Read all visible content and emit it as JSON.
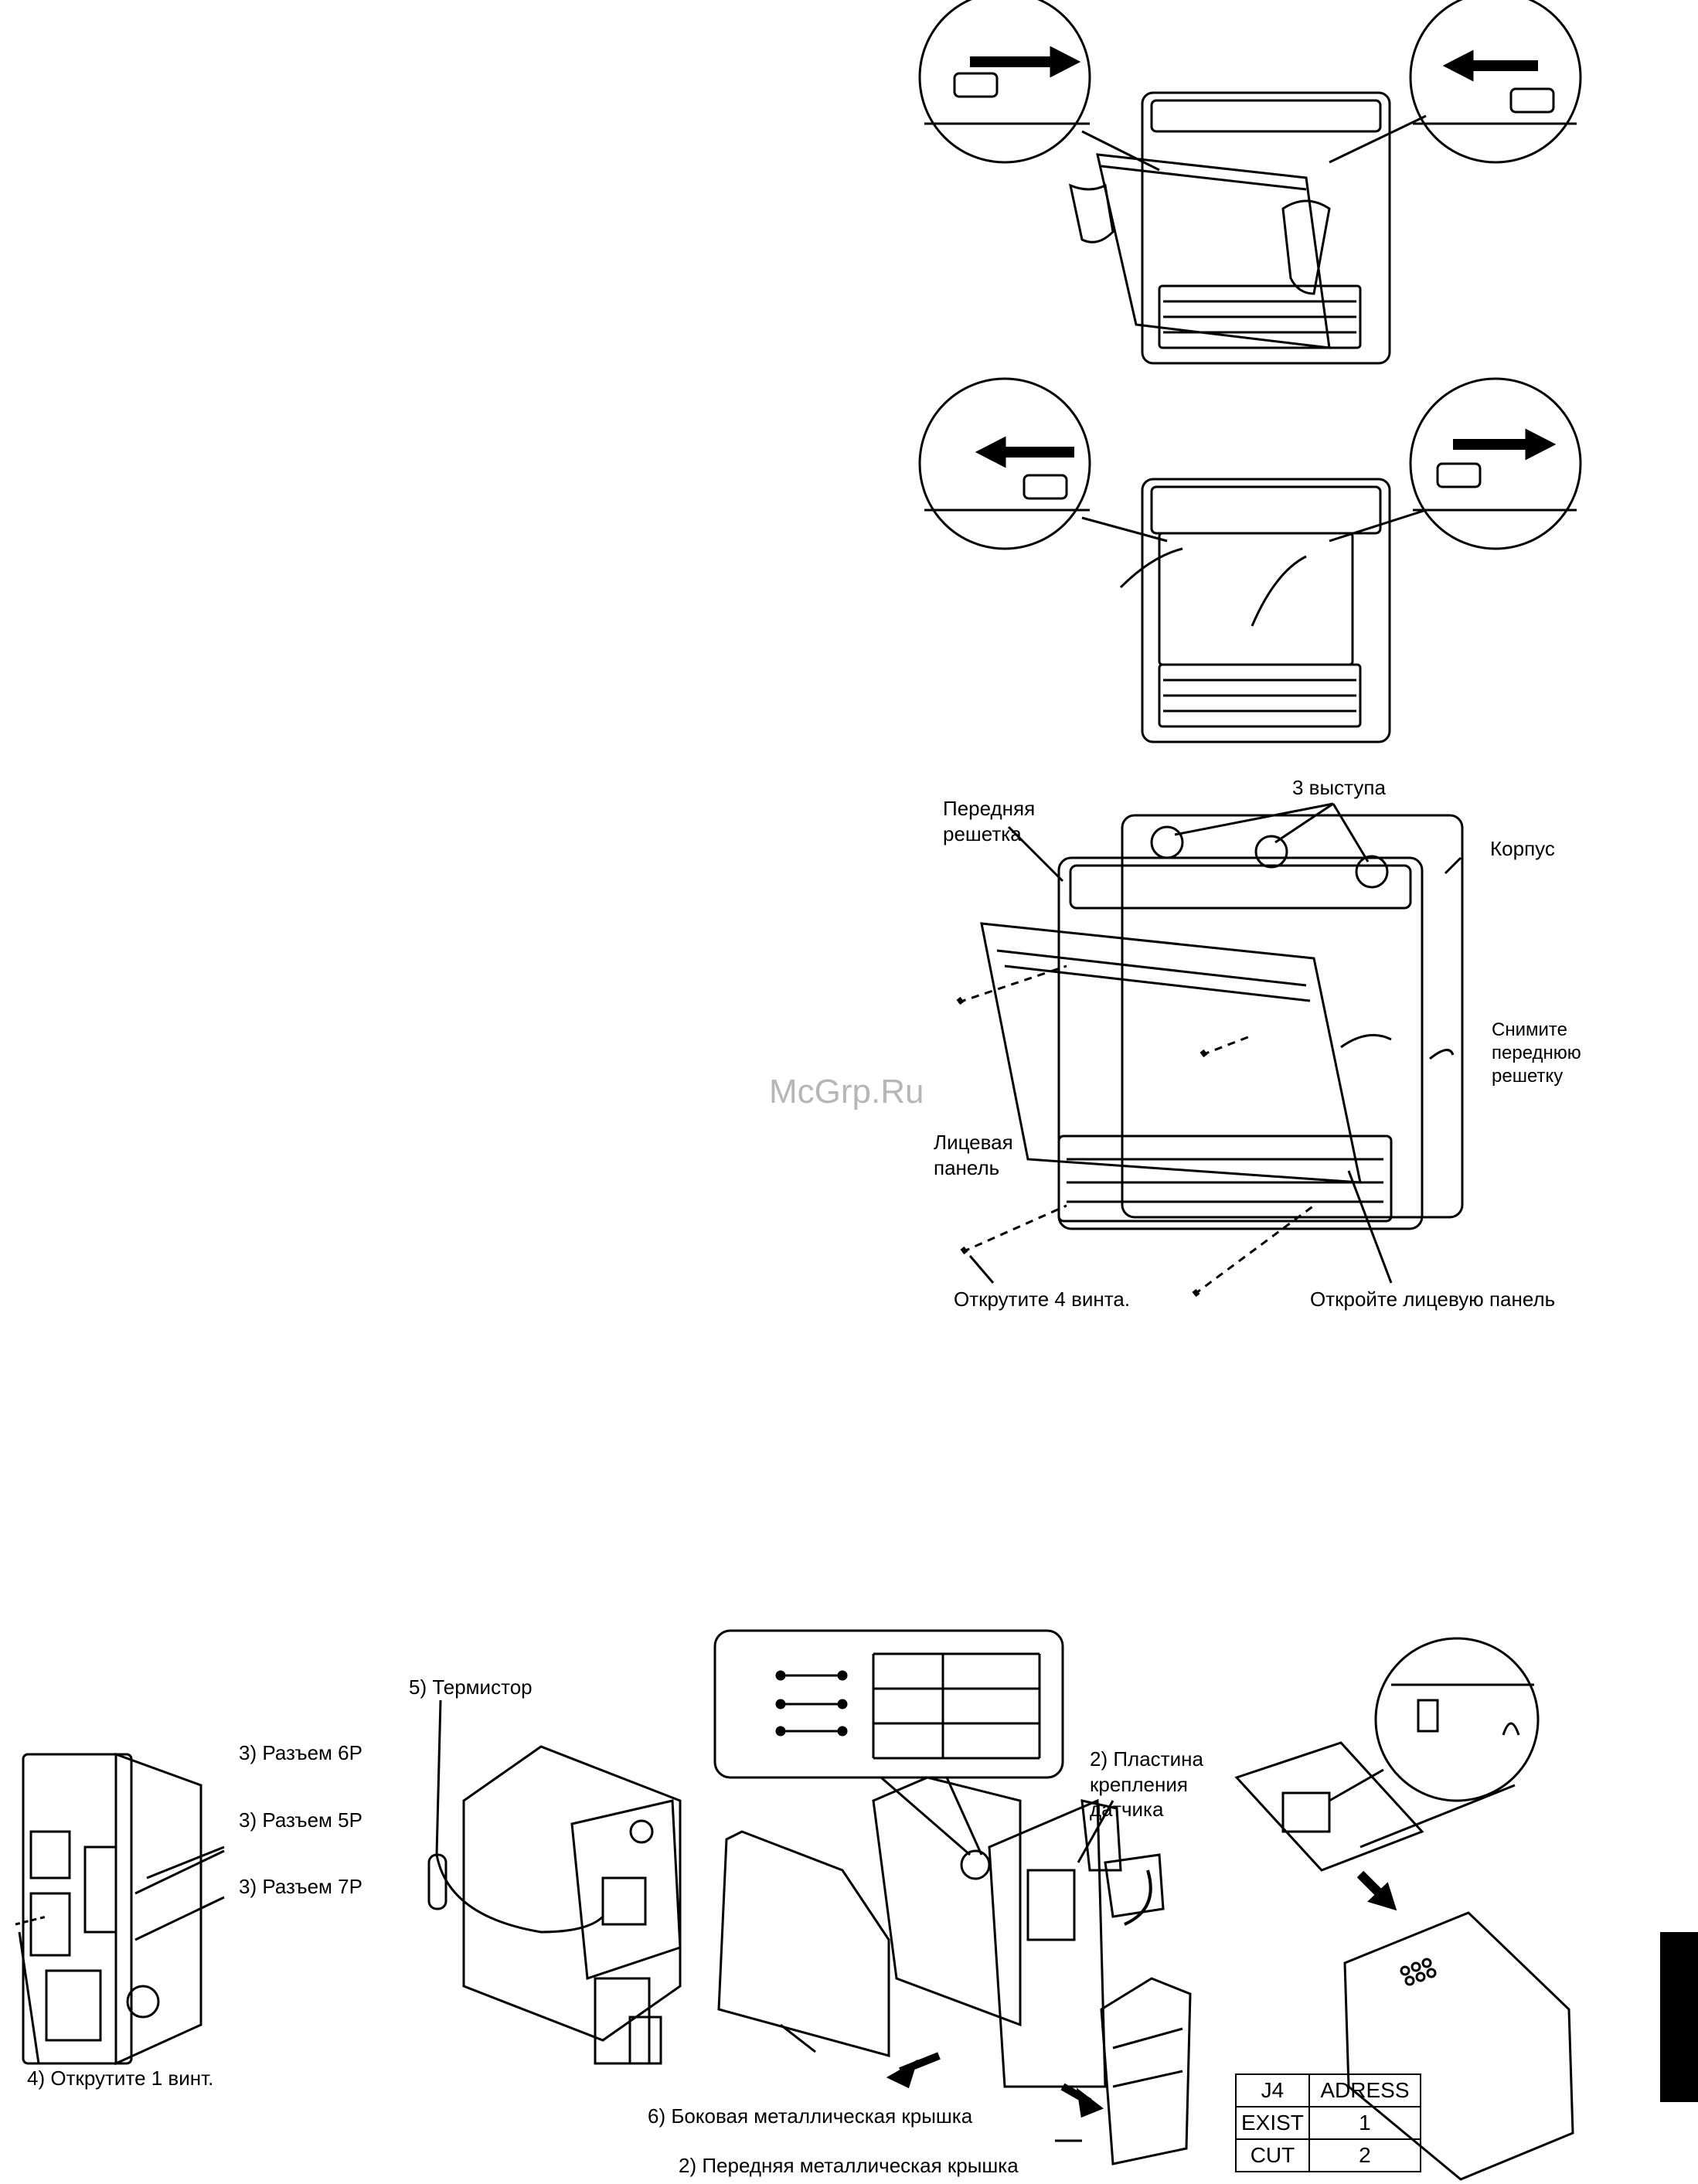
{
  "upper_figure": {
    "protrusions_label": "3 выступа",
    "front_grille_label": "Передняя\nрешетка",
    "case_label": "Корпус",
    "remove_grille_label": "Снимите\nпереднюю\nрешетку",
    "front_panel_label": "Лицевая\nпанель",
    "unscrew_label": "Открутите 4 винта.",
    "open_panel_label": "Откройте лицевую панель"
  },
  "watermark": "McGrp.Ru",
  "lower_figure": {
    "connector_6p": "3) Разъем 6P",
    "connector_5p": "3) Разъем 5P",
    "connector_7p": "3) Разъем 7P",
    "unscrew_one": "4) Открутите 1 винт.",
    "thermistor": "5) Термистор",
    "sensor_plate": "2) Пластина\nкрепления\nдатчика",
    "side_cover": "6) Боковая металлическая крышка",
    "front_cover": "2) Передняя металлическая крышка"
  },
  "j4_table": {
    "header": [
      "J4",
      "ADRESS"
    ],
    "rows": [
      [
        "EXIST",
        "1"
      ],
      [
        "CUT",
        "2"
      ]
    ]
  },
  "colors": {
    "line": "#000000",
    "watermark": "#aaaaaa",
    "tab": "#000000"
  }
}
